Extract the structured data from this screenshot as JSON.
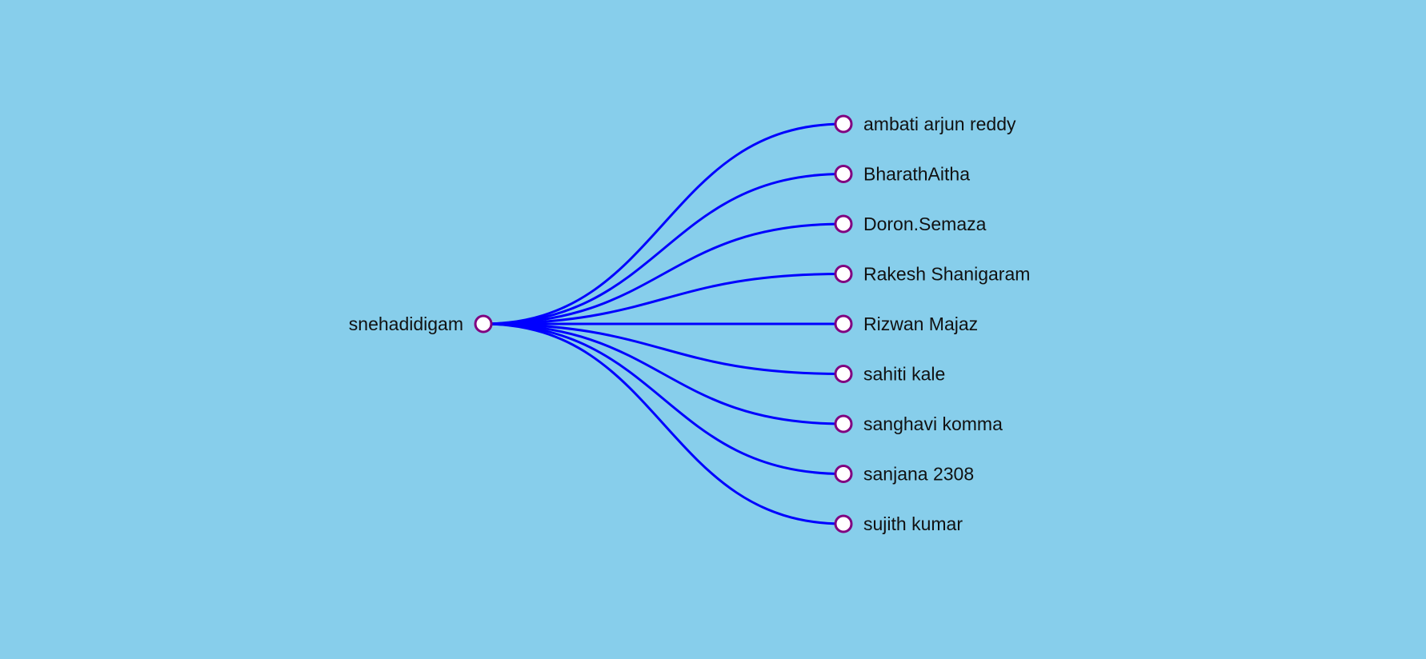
{
  "tree": {
    "root": {
      "name": "snehadidigam"
    },
    "children": [
      {
        "name": "ambati arjun reddy"
      },
      {
        "name": "BharathAitha"
      },
      {
        "name": "Doron.Semaza"
      },
      {
        "name": "Rakesh Shanigaram"
      },
      {
        "name": "Rizwan Majaz"
      },
      {
        "name": "sahiti kale"
      },
      {
        "name": "sanghavi komma"
      },
      {
        "name": "sanjana 2308"
      },
      {
        "name": "sujith kumar"
      }
    ]
  },
  "colors": {
    "background": "#87CEEB",
    "link": "#0000FF",
    "node_stroke": "#800080",
    "node_fill": "#FFFFFF",
    "label": "#111111"
  }
}
